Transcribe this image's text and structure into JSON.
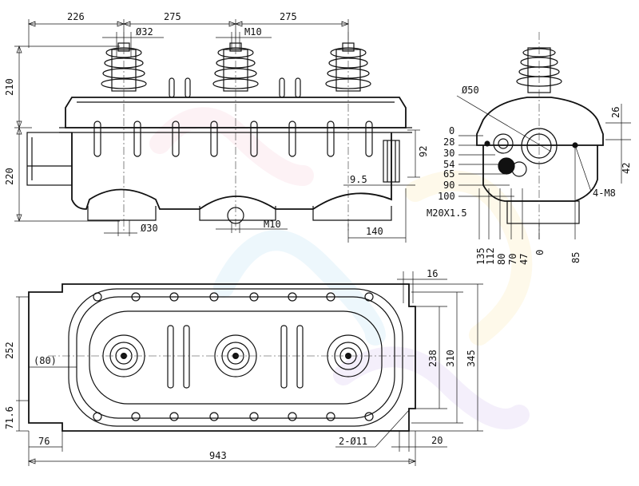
{
  "front_view": {
    "top_dims": [
      "226",
      "275",
      "275"
    ],
    "insulator_dia": "Ø32",
    "top_thread": "M10",
    "left_dims": [
      "210",
      "220"
    ],
    "right_dim_92": "92",
    "right_dim_9_5": "9.5",
    "bottom_dia": "Ø30",
    "bottom_thread": "M10",
    "bottom_dim_140": "140"
  },
  "side_view": {
    "top_dia": "Ø50",
    "right_dims": [
      "26",
      "42"
    ],
    "left_offsets": [
      "0",
      "28",
      "30",
      "54",
      "65",
      "90",
      "100"
    ],
    "bolts": "4-M8",
    "thread": "M20X1.5",
    "bottom_offsets": [
      "135",
      "112",
      "80",
      "70",
      "47",
      "0",
      "85"
    ]
  },
  "plan_view": {
    "dim_16": "16",
    "left_dims": [
      "252",
      "71.6"
    ],
    "right_dims": [
      "238",
      "310",
      "345"
    ],
    "dim_80": "(80)",
    "dim_76": "76",
    "holes": "2-Ø11",
    "dim_20": "20",
    "total_length": "943"
  },
  "watermark_colors": [
    "#f4b6c8",
    "#9ad0f0",
    "#f7e08a",
    "#c2a8e8"
  ]
}
